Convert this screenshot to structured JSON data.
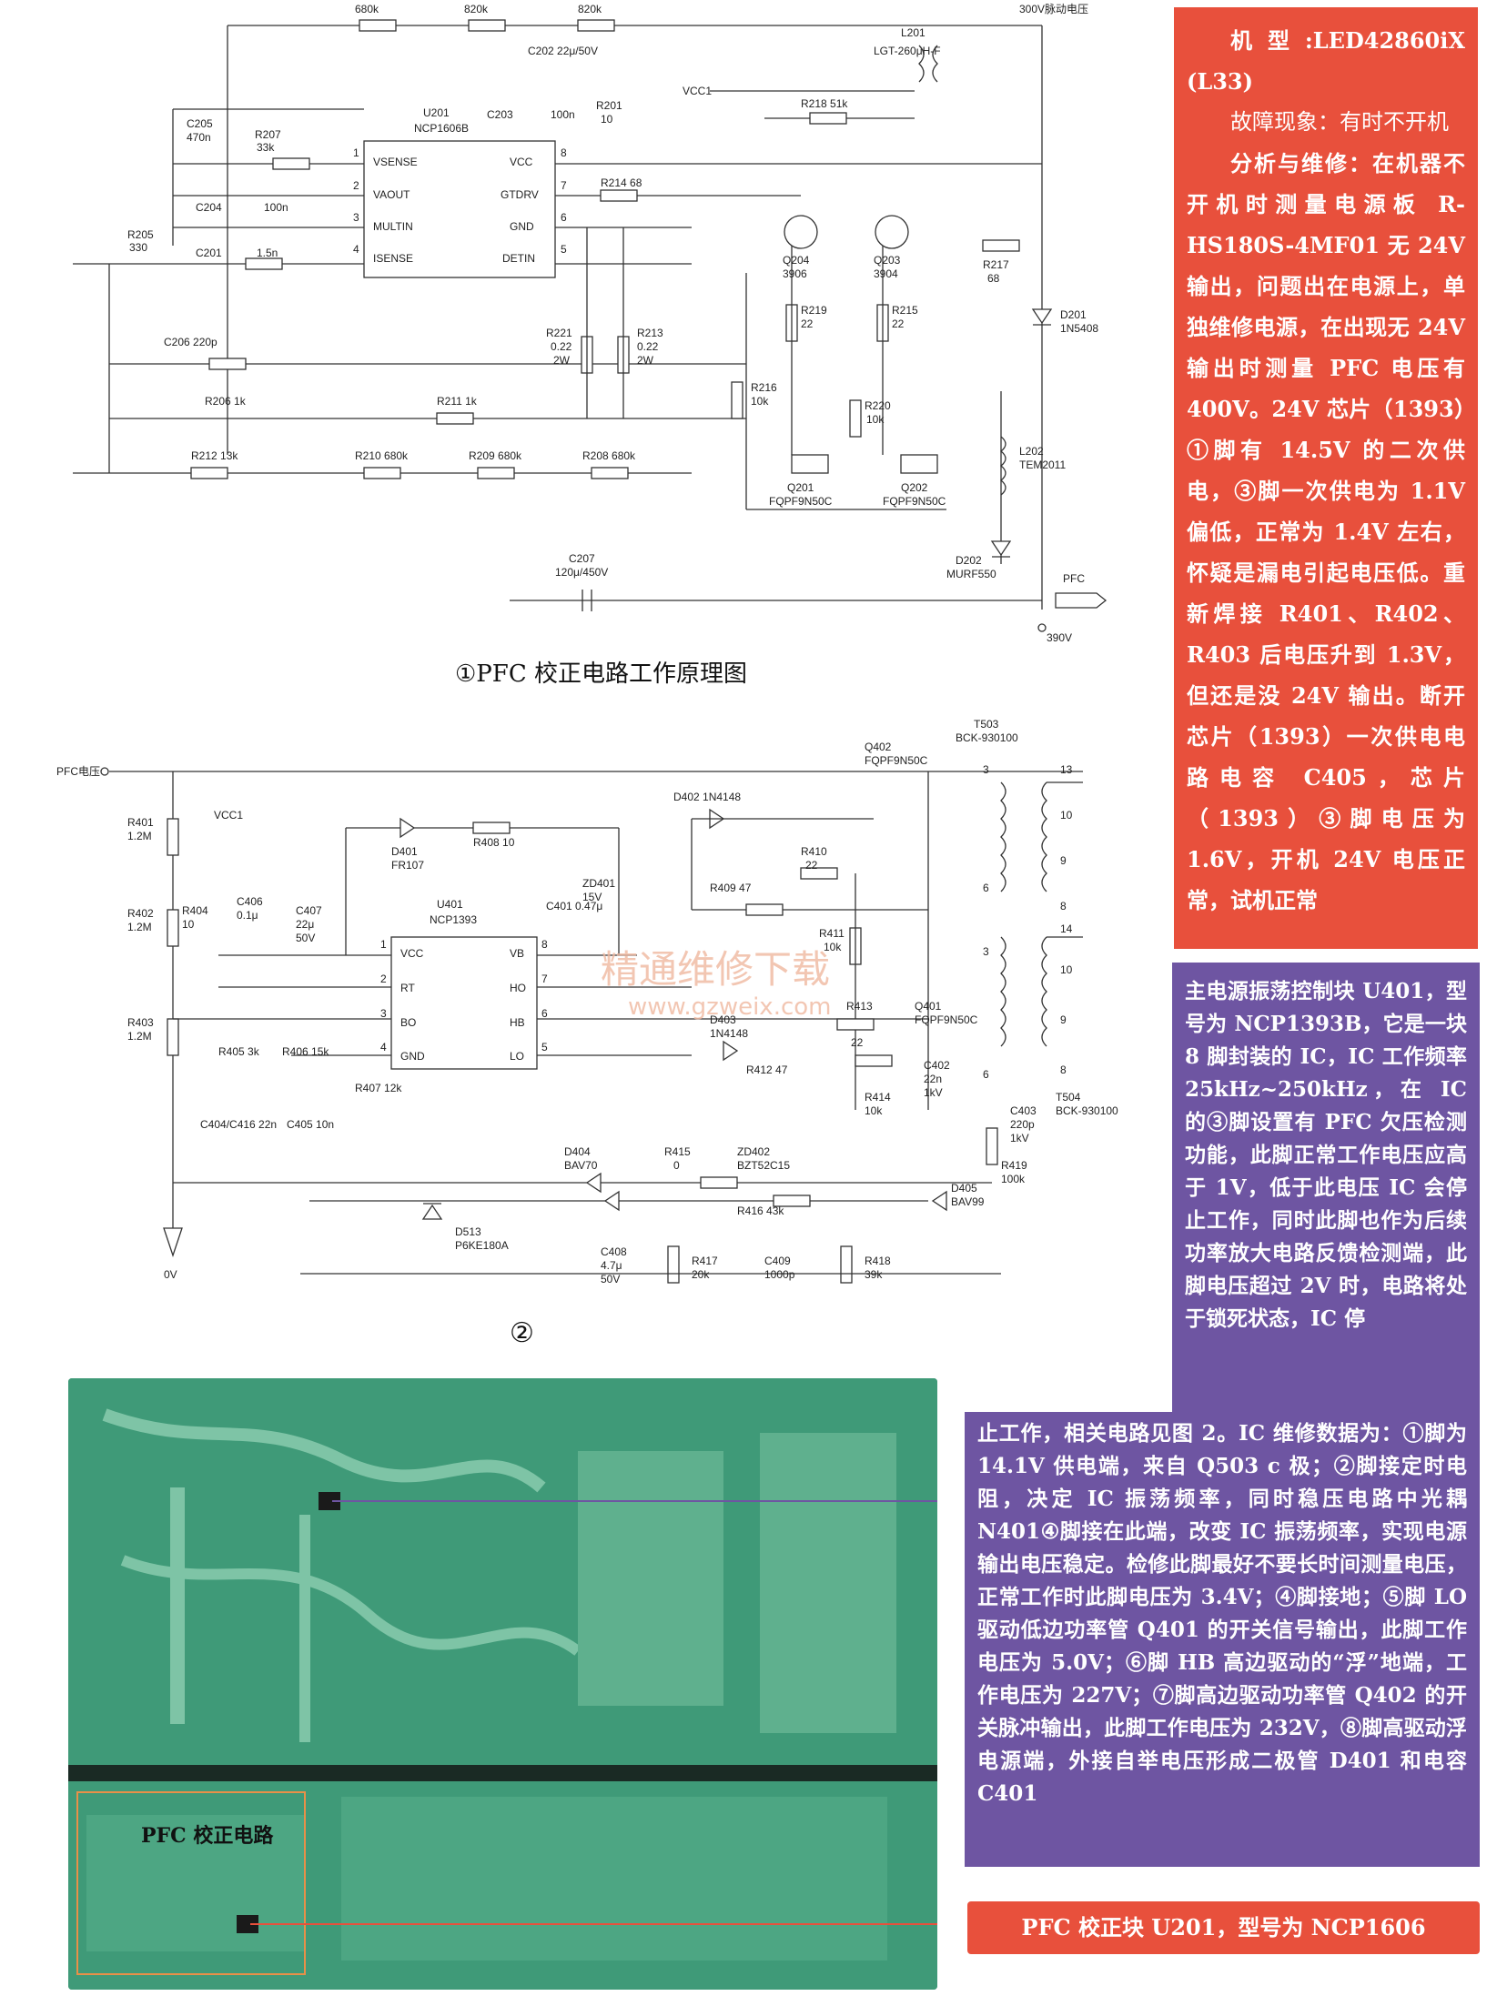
{
  "schematic1": {
    "caption": "①PFC 校正电路工作原理图",
    "top_labels": [
      "680k",
      "820k",
      "820k",
      "300V脉动电压"
    ],
    "ic": {
      "ref": "U201",
      "part": "NCP1606B",
      "pins_left": [
        "VSENSE",
        "VAOUT",
        "MULTIN",
        "ISENSE"
      ],
      "pins_right": [
        "VCC",
        "GTDRV",
        "GND",
        "DETIN"
      ],
      "nums_left": [
        "1",
        "2",
        "3",
        "4"
      ],
      "nums_right": [
        "8",
        "7",
        "6",
        "5"
      ]
    },
    "labels": [
      "C202 22μ/50V",
      "C203",
      "100n",
      "R201",
      "10",
      "VCC1",
      "L201",
      "LGT-260μH-F",
      "R218 51k",
      "C205",
      "470n",
      "R207",
      "33k",
      "C204",
      "100n",
      "R205",
      "330",
      "C201",
      "1.5n",
      "R214 68",
      "Q204",
      "3906",
      "Q203",
      "3904",
      "R217",
      "68",
      "D201",
      "1N5408",
      "R221",
      "0.22",
      "2W",
      "R213",
      "0.22",
      "2W",
      "R219",
      "22",
      "R215",
      "22",
      "C206 220p",
      "R216",
      "10k",
      "R220",
      "10k",
      "R206 1k",
      "R211 1k",
      "L202",
      "TEM2011",
      "R212 13k",
      "R210 680k",
      "R209 680k",
      "R208 680k",
      "Q201",
      "FQPF9N50C",
      "Q202",
      "FQPF9N50C",
      "D202",
      "MURF550",
      "C207",
      "120μ/450V",
      "PFC",
      "390V"
    ]
  },
  "schematic2": {
    "caption": "②",
    "ic": {
      "ref": "U401",
      "part": "NCP1393",
      "pins_left": [
        "VCC",
        "RT",
        "BO",
        "GND"
      ],
      "pins_right": [
        "VB",
        "HO",
        "HB",
        "LO"
      ],
      "nums_left": [
        "1",
        "2",
        "3",
        "4"
      ],
      "nums_right": [
        "8",
        "7",
        "6",
        "5"
      ]
    },
    "labels": [
      "PFC电压",
      "R401",
      "1.2M",
      "R402",
      "1.2M",
      "R403",
      "1.2M",
      "VCC1",
      "R404",
      "10",
      "C406",
      "0.1μ",
      "C407",
      "22μ",
      "50V",
      "D401",
      "FR107",
      "R408 10",
      "C401 0.47μ",
      "ZD401",
      "15V",
      "D402 1N4148",
      "R410",
      "22",
      "R409 47",
      "Q402",
      "FQPF9N50C",
      "T503",
      "BCK-930100",
      "R411",
      "10k",
      "D403",
      "1N4148",
      "R413",
      "22",
      "R412 47",
      "Q401",
      "FQPF9N50C",
      "R405 3k",
      "R406 15k",
      "R407 12k",
      "C404/C416 22n",
      "C405 10n",
      "R414",
      "10k",
      "C402",
      "22n",
      "1kV",
      "C403",
      "220p",
      "1kV",
      "T504",
      "BCK-930100",
      "D404",
      "BAV70",
      "R415",
      "0",
      "ZD402",
      "BZT52C15",
      "R416 43k",
      "D405",
      "BAV99",
      "R419",
      "100k",
      "D513",
      "P6KE180A",
      "C408",
      "4.7μ",
      "50V",
      "R417",
      "20k",
      "C409",
      "1000p",
      "R418",
      "39k",
      "0V"
    ],
    "winding_numbers": [
      "13",
      "10",
      "9",
      "8",
      "14",
      "10",
      "9",
      "8",
      "3",
      "6",
      "3",
      "6"
    ],
    "watermark": "精通维修下载",
    "watermark_url": "www.gzweix.com"
  },
  "red_panel": {
    "model": "机 型 :LED42860iX (L33)",
    "symptom": "故障现象：有时不开机",
    "analysis": "分析与维修：在机器不开机时测量电源板 R-HS180S-4MF01 无 24V 输出，问题出在电源上，单独维修电源，在出现无 24V 输出时测量 PFC 电压有 400V。24V 芯片（1393）①脚有 14.5V 的二次供电，③脚一次供电为 1.1V 偏低，正常为 1.4V 左右，怀疑是漏电引起电压低。重新焊接 R401、R402、R403 后电压升到 1.3V，但还是没 24V 输出。断开芯片（1393）一次供电电路电容 C405，芯片（1393）③脚电压为 1.6V，开机 24V 电压正常，试机正常"
  },
  "purple_panel": {
    "text": "主电源振荡控制块 U401，型号为 NCP1393B，它是一块 8 脚封装的 IC，IC 工作频率 25kHz~250kHz，在 IC 的③脚设置有 PFC 欠压检测功能，此脚正常工作电压应高于 1V，低于此电压 IC 会停止工作，同时此脚也作为后续功率放大电路反馈检测端，此脚电压超过 2V 时，电路将处于锁死状态，IC 停",
    "text2": "止工作，相关电路见图 2。IC 维修数据为：①脚为 14.1V 供电端，来自 Q503 c 极；②脚接定时电阻，决定 IC 振荡频率，同时稳压电路中光耦 N401④脚接在此端，改变 IC 振荡频率，实现电源输出电压稳定。检修此脚最好不要长时间测量电压，正常工作时此脚电压为 3.4V；④脚接地；⑤脚 LO 驱动低边功率管 Q401 的开关信号输出，此脚工作电压为 5.0V；⑥脚 HB 高边驱动的“浮”地端，工作电压为 227V；⑦脚高边驱动功率管 Q402 的开关脉冲输出，此脚工作电压为 232V，⑧脚高驱动浮电源端，外接自举电压形成二极管 D401 和电容 C401"
  },
  "board": {
    "pfc_area_label": "PFC 校正电路",
    "callout": "PFC 校正块 U201，型号为 NCP1606"
  },
  "colors": {
    "red_panel": "#e8503c",
    "purple_panel": "#6e55a2",
    "board_green": "#3f9a78",
    "pfc_box": "#e89048"
  }
}
